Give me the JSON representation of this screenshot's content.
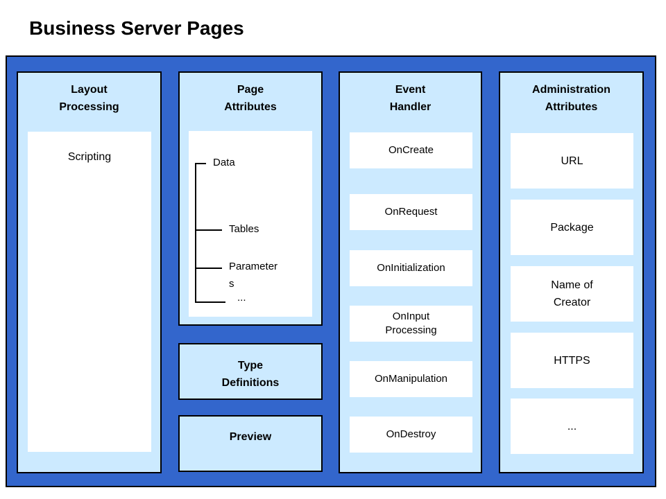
{
  "title": "Business Server Pages",
  "colors": {
    "frame_blue": "#3366CC",
    "panel_blue": "#CCEAFF",
    "box_white": "#FFFFFF",
    "line_black": "#000000"
  },
  "panels": {
    "layout_processing": {
      "header_lines": [
        "Layout",
        "Processing"
      ],
      "scripting_label": "Scripting"
    },
    "page_attributes": {
      "header_lines": [
        "Page",
        "Attributes"
      ],
      "tree": {
        "root": "Data",
        "children": [
          "Tables",
          "Parameters",
          "..."
        ]
      },
      "type_definitions_lines": [
        "Type",
        "Definitions"
      ],
      "preview_label": "Preview"
    },
    "event_handler": {
      "header_lines": [
        "Event",
        "Handler"
      ],
      "items": [
        [
          "OnCreate"
        ],
        [
          "OnRequest"
        ],
        [
          "OnInitialization"
        ],
        [
          "OnInput",
          "Processing"
        ],
        [
          "OnManipulation"
        ],
        [
          "OnDestroy"
        ]
      ]
    },
    "administration_attributes": {
      "header_lines": [
        "Administration",
        "Attributes"
      ],
      "items": [
        [
          "URL"
        ],
        [
          "Package"
        ],
        [
          "Name of",
          "Creator"
        ],
        [
          "HTTPS"
        ],
        [
          "..."
        ]
      ]
    }
  }
}
